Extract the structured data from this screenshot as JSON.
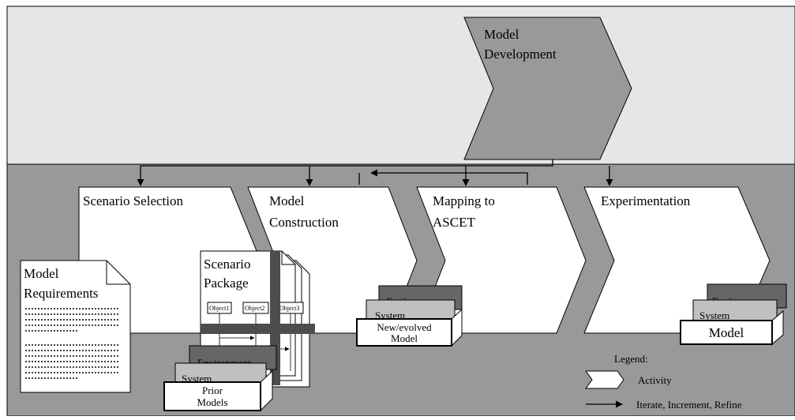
{
  "top_activity": {
    "line1": "Model",
    "line2": "Development"
  },
  "activities": [
    {
      "line1": "Scenario Selection",
      "line2": ""
    },
    {
      "line1": "Model",
      "line2": "Construction"
    },
    {
      "line1": "Mapping to",
      "line2": "ASCET"
    },
    {
      "line1": "Experimentation",
      "line2": ""
    }
  ],
  "requirements_doc": {
    "line1": "Model",
    "line2": "Requirements"
  },
  "scenario_package": {
    "line1": "Scenario",
    "line2": "Package",
    "objects": [
      "Object1",
      "Object2",
      "Object3"
    ]
  },
  "prior_models": {
    "line1": "Prior",
    "line2": "Models",
    "back_layer_text": "Environment",
    "mid_layer_text": "System"
  },
  "new_model": {
    "line1": "New/evolved",
    "line2": "Model",
    "back_layer_text": "Environment",
    "mid_layer_text": "System"
  },
  "final_model": {
    "label": "Model",
    "back_layer_text": "Environment",
    "mid_layer_text": "System"
  },
  "legend": {
    "title": "Legend:",
    "activity_label": "Activity",
    "arrow_label": "Iterate, Increment, Refine"
  },
  "colors": {
    "top_band": "#e6e6e6",
    "bottom_band": "#999999",
    "top_activity_fill": "#999999",
    "box_back": "#666666",
    "box_mid": "#c0c0c0",
    "bar": "#4d4d4d"
  }
}
